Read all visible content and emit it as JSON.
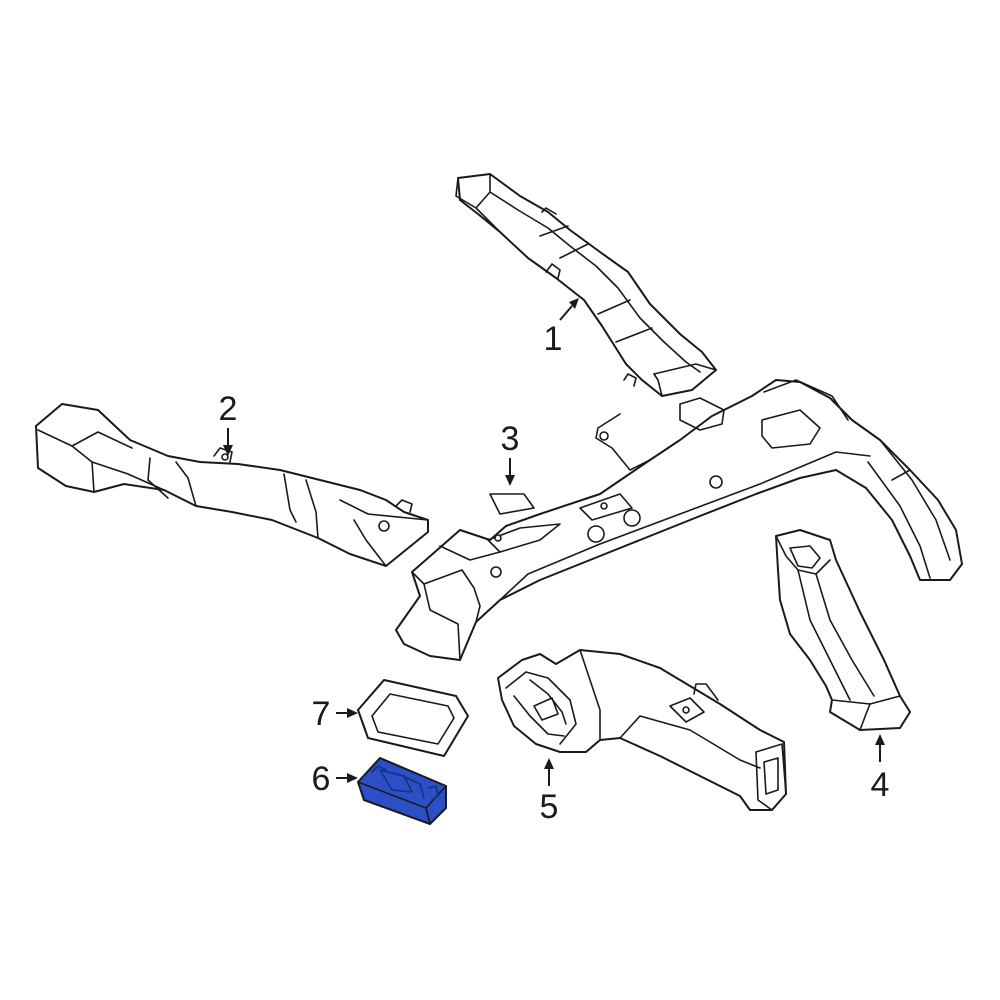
{
  "callouts": {
    "c1": "1",
    "c2": "2",
    "c3": "3",
    "c4": "4",
    "c5": "5",
    "c6": "6",
    "c7": "7"
  },
  "colors": {
    "line": "#1a1a1a",
    "background": "#ffffff",
    "highlight_fill": "#2b4fc7",
    "highlight_detail": "#1a2f80"
  },
  "highlighted_part": "6"
}
